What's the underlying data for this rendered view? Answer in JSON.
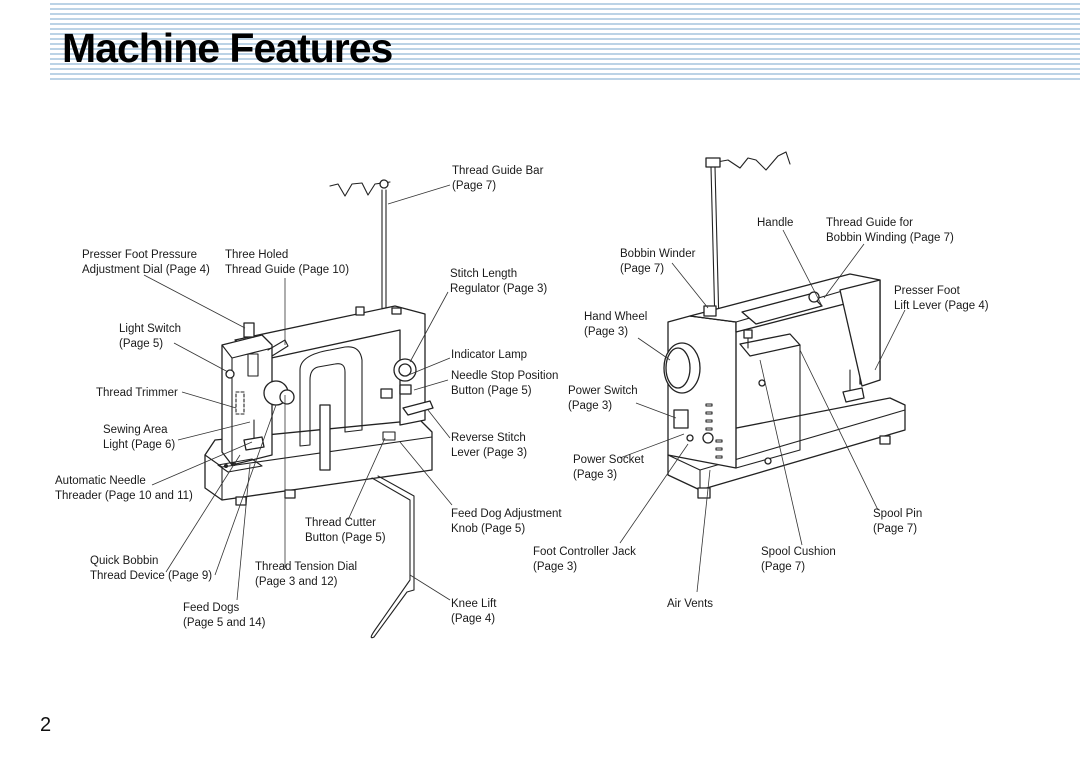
{
  "header": {
    "title": "Machine Features"
  },
  "page_number": "2",
  "labels": {
    "thread_guide_bar": [
      "Thread Guide Bar",
      "(Page 7)"
    ],
    "presser_foot_pressure": [
      "Presser Foot Pressure",
      "Adjustment Dial (Page 4)"
    ],
    "three_holed": [
      "Three Holed",
      "Thread Guide (Page 10)"
    ],
    "stitch_length": [
      "Stitch Length",
      "Regulator (Page 3)"
    ],
    "light_switch": [
      "Light Switch",
      "(Page 5)"
    ],
    "indicator_lamp": [
      "Indicator Lamp"
    ],
    "needle_stop": [
      "Needle Stop Position",
      "Button (Page 5)"
    ],
    "thread_trimmer": [
      "Thread Trimmer"
    ],
    "sewing_area_light": [
      "Sewing Area",
      "Light (Page 6)"
    ],
    "reverse_stitch": [
      "Reverse Stitch",
      "Lever (Page 3)"
    ],
    "automatic_needle": [
      "Automatic Needle",
      "Threader (Page 10 and 11)"
    ],
    "feed_dog_adjustment": [
      "Feed Dog Adjustment",
      "Knob (Page 5)"
    ],
    "thread_cutter": [
      "Thread Cutter",
      "Button (Page 5)"
    ],
    "quick_bobbin": [
      "Quick Bobbin",
      "Thread Device (Page 9)"
    ],
    "thread_tension": [
      "Thread Tension Dial",
      "(Page 3 and 12)"
    ],
    "feed_dogs": [
      "Feed Dogs",
      "(Page 5 and 14)"
    ],
    "knee_lift": [
      "Knee Lift",
      "(Page 4)"
    ],
    "handle": [
      "Handle"
    ],
    "thread_guide_bobbin": [
      "Thread Guide for",
      "Bobbin Winding (Page 7)"
    ],
    "bobbin_winder": [
      "Bobbin Winder",
      "(Page 7)"
    ],
    "presser_foot_lift": [
      "Presser Foot",
      "Lift Lever (Page 4)"
    ],
    "hand_wheel": [
      "Hand Wheel",
      "(Page 3)"
    ],
    "power_switch": [
      "Power Switch",
      "(Page 3)"
    ],
    "power_socket": [
      "Power Socket",
      "(Page 3)"
    ],
    "spool_pin": [
      "Spool Pin",
      "(Page 7)"
    ],
    "foot_controller_jack": [
      "Foot Controller Jack",
      "(Page 3)"
    ],
    "spool_cushion": [
      "Spool Cushion",
      "(Page 7)"
    ],
    "air_vents": [
      "Air Vents"
    ]
  }
}
